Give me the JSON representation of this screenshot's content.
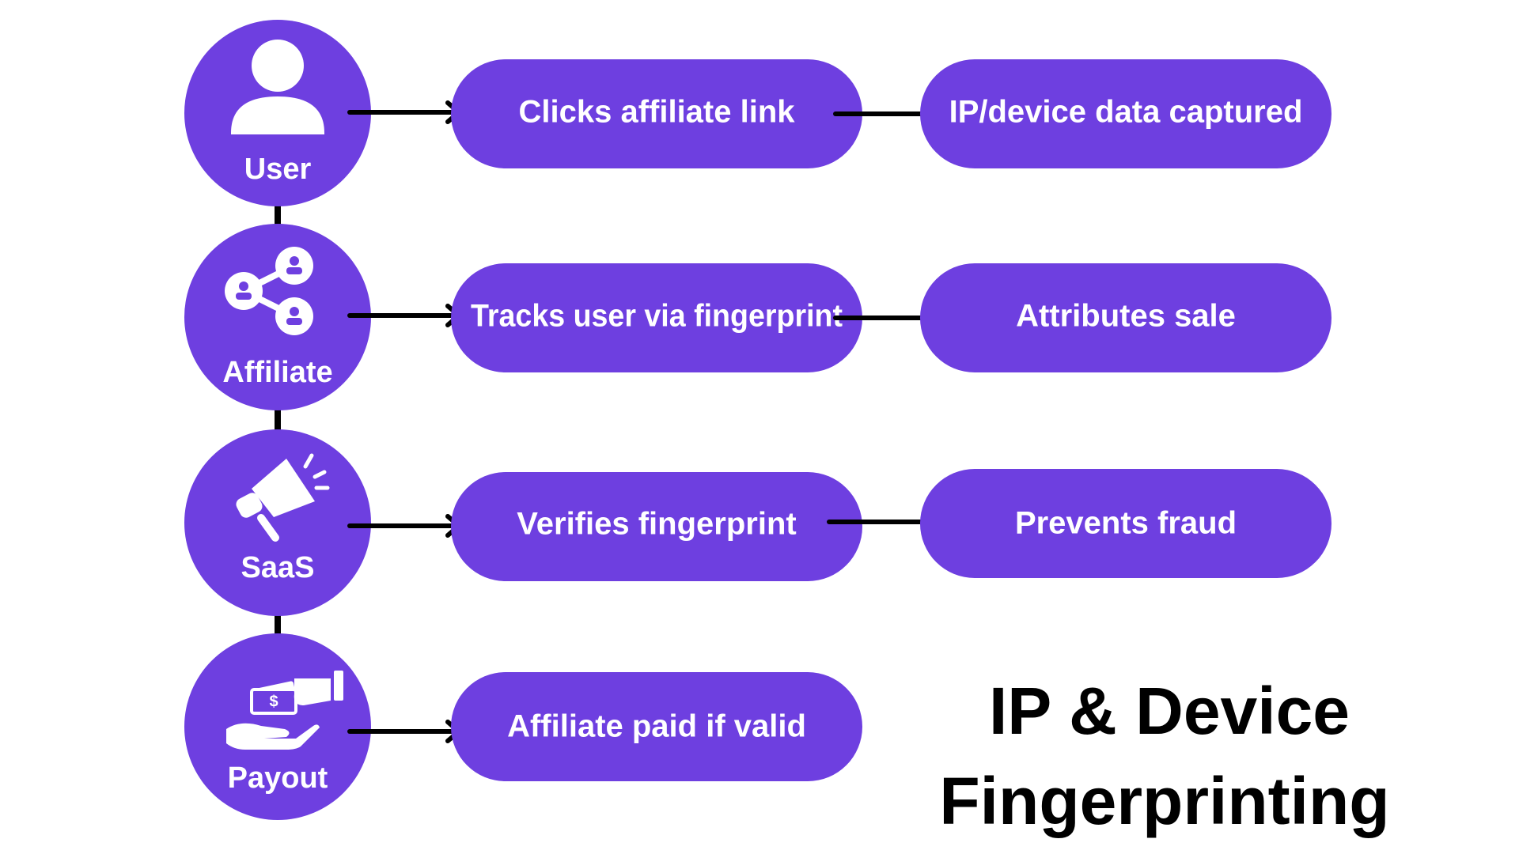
{
  "title": {
    "line1": "IP & Device",
    "line2": "Fingerprinting"
  },
  "colors": {
    "accent": "#6e3fe0",
    "text_on_accent": "#ffffff",
    "ink": "#000000"
  },
  "rows": [
    {
      "actor": {
        "label": "User",
        "icon": "user-icon"
      },
      "steps": [
        "Clicks affiliate link",
        "IP/device data captured"
      ]
    },
    {
      "actor": {
        "label": "Affiliate",
        "icon": "network-share-icon"
      },
      "steps": [
        "Tracks user via fingerprint",
        "Attributes sale"
      ]
    },
    {
      "actor": {
        "label": "SaaS",
        "icon": "megaphone-icon"
      },
      "steps": [
        "Verifies fingerprint",
        "Prevents fraud"
      ]
    },
    {
      "actor": {
        "label": "Payout",
        "icon": "money-hand-icon"
      },
      "steps": [
        "Affiliate paid if valid"
      ]
    }
  ]
}
